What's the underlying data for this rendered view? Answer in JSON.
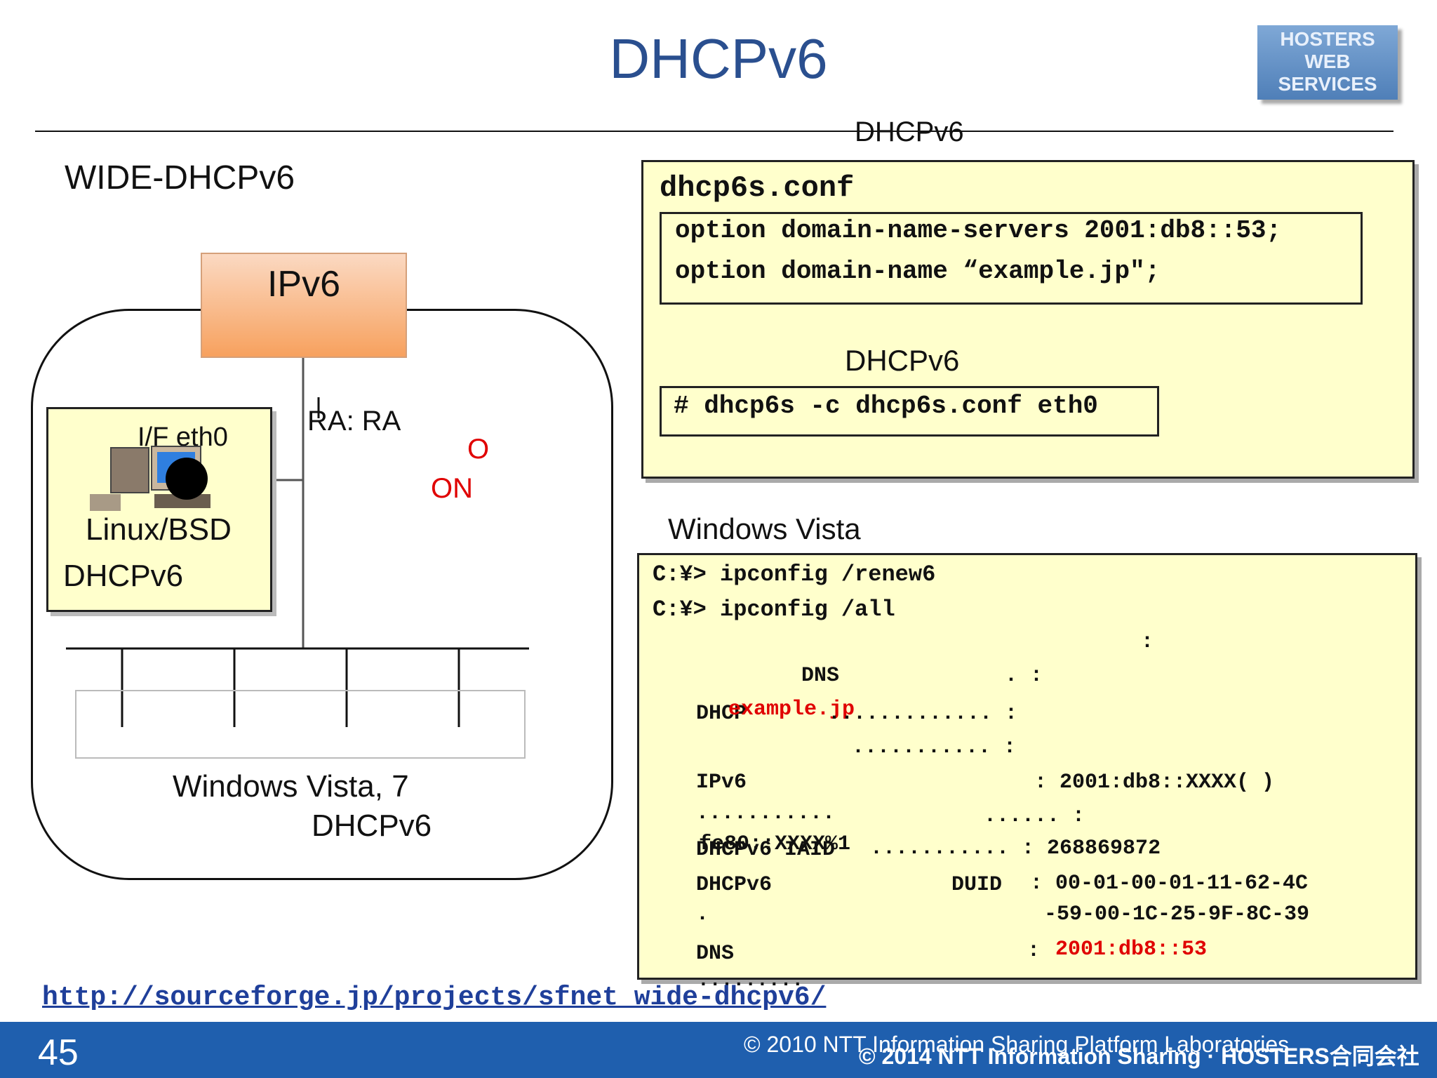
{
  "title": "DHCPv6",
  "logo": {
    "line1": "HOSTERS",
    "line2": "WEB",
    "line3": "SERVICES"
  },
  "divider_label": "DHCPv6",
  "left": {
    "heading": "WIDE-DHCPv6",
    "router_label": "IPv6",
    "ra_label": "RA: RA",
    "flag_o": "O",
    "flag_on": "ON",
    "interface_label": "I/F eth0",
    "os_label": "Linux/BSD",
    "server_label": "DHCPv6",
    "clients_label": "Windows Vista, 7",
    "clients_sub": "DHCPv6"
  },
  "config": {
    "filename": "dhcp6s.conf",
    "line1": "option domain-name-servers 2001:db8::53;",
    "line2": "option domain-name “example.jp\";",
    "run_label": "DHCPv6",
    "command": "# dhcp6s -c dhcp6s.conf eth0"
  },
  "vista": {
    "heading": "Windows Vista",
    "cmd1": "C:¥> ipconfig /renew6",
    "cmd2": "C:¥> ipconfig /all",
    "colon1": ":",
    "dns_suffix_label": "DNS",
    "dns_suffix_colon": ". :",
    "dhcp_label": "DHCP",
    "example": "example.jp",
    "dots1": "............. :",
    "dots2": "........... :",
    "ipv6_label": "IPv6",
    "ipv6_value": ": 2001:db8::XXXX(    )",
    "dots3": "...........",
    "dots4": "...... :",
    "fe80": "fe80::XXXX%1",
    "iaid_label": "DHCPv6 IAID",
    "iaid_value": "........... : 268869872",
    "duid_label": "DHCPv6",
    "duid_key": "DUID",
    "duid_value1": ": 00-01-00-01-11-62-4C",
    "duid_value2": "-59-00-1C-25-9F-8C-39",
    "dot_single": ".",
    "dns_label": "DNS",
    "dns_colon": ":",
    "dns_value": "2001:db8::53",
    "dns_dots": "........."
  },
  "url": "http://sourceforge.jp/projects/sfnet_wide-dhcpv6/",
  "footer": {
    "page": "45",
    "copy1": "© 2010 NTT Information Sharing Platform Laboratories",
    "copy2": "© 2014 NTT Information Sharing · HOSTERS合同会社"
  }
}
